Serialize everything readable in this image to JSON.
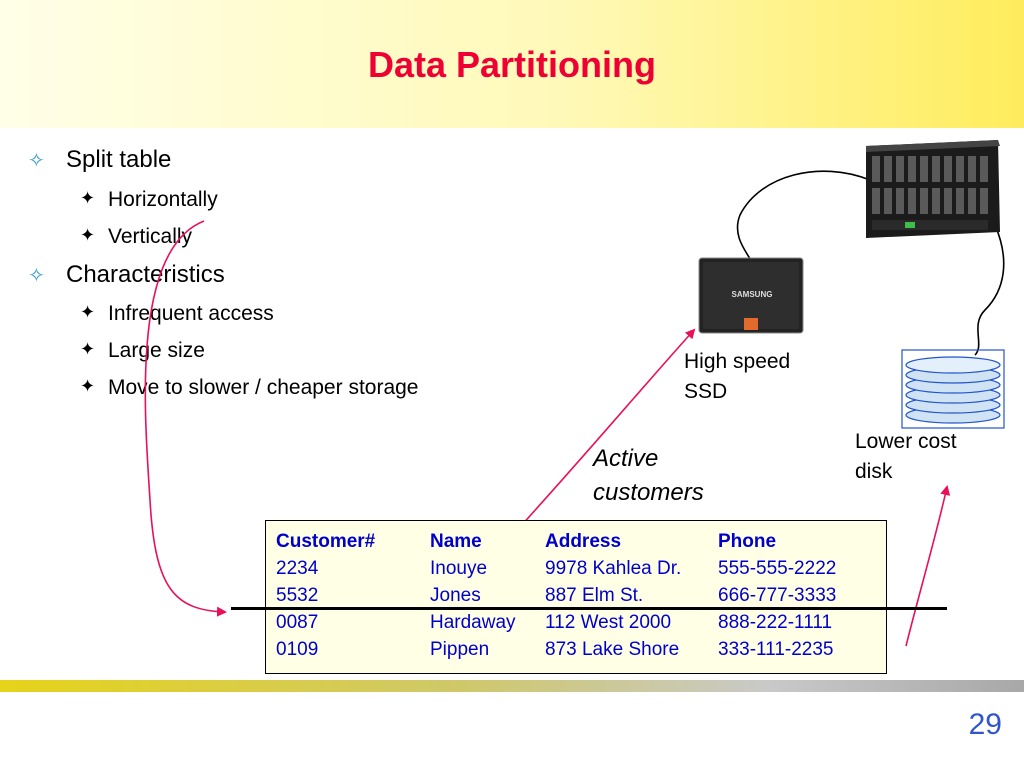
{
  "slide": {
    "title": "Data Partitioning",
    "page_number": "29"
  },
  "bullets": {
    "level1_marker": "✧",
    "level2_marker": "✦",
    "split_table": {
      "label": "Split table",
      "items": [
        "Horizontally",
        "Vertically"
      ]
    },
    "characteristics": {
      "label": "Characteristics",
      "items": [
        "Infrequent access",
        "Large size",
        "Move to slower / cheaper storage"
      ]
    }
  },
  "labels": {
    "ssd": [
      "High speed",
      "SSD"
    ],
    "disk": [
      "Lower cost",
      "disk"
    ],
    "active": [
      "Active",
      "customers"
    ]
  },
  "devices": {
    "ssd_brand": "SAMSUNG"
  },
  "table": {
    "headers": [
      "Customer#",
      "Name",
      "Address",
      "Phone"
    ],
    "rows": [
      [
        "2234",
        "Inouye",
        "9978 Kahlea Dr.",
        "555-555-2222"
      ],
      [
        "5532",
        "Jones",
        "887 Elm St.",
        "666-777-3333"
      ],
      [
        "0087",
        "Hardaway",
        "112 West 2000",
        "888-222-1111"
      ],
      [
        "0109",
        "Pippen",
        "873 Lake Shore",
        "333-111-2235"
      ]
    ]
  },
  "colors": {
    "title": "#ee0033",
    "table_text": "#0000cc",
    "arrow": "#e8105a",
    "page_number": "#3355cc",
    "level1_marker": "#3399cc"
  }
}
